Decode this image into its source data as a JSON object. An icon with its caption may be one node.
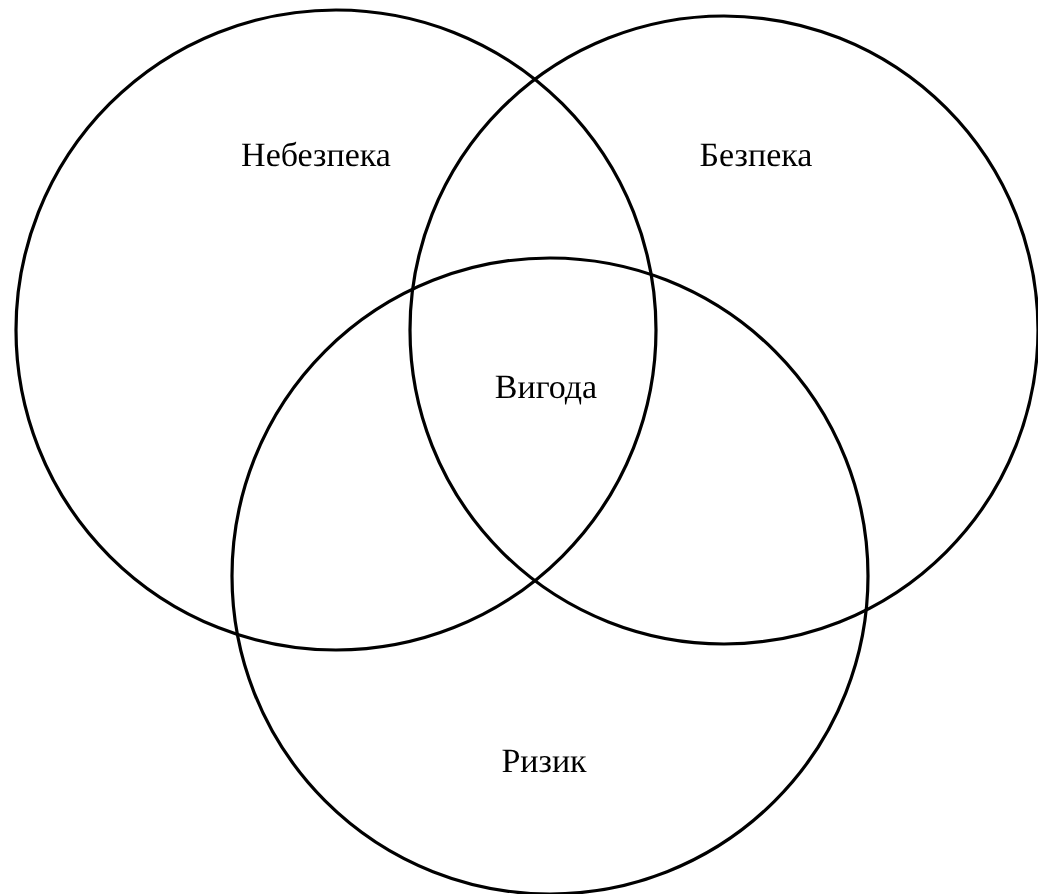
{
  "diagram": {
    "nodes": [
      {
        "text": [
          "Небезпека"
        ]
      },
      {
        "text": [
          "Безпека"
        ]
      },
      {
        "text": [
          "Ризик"
        ]
      }
    ],
    "labels": [
      "Вигода"
    ]
  }
}
